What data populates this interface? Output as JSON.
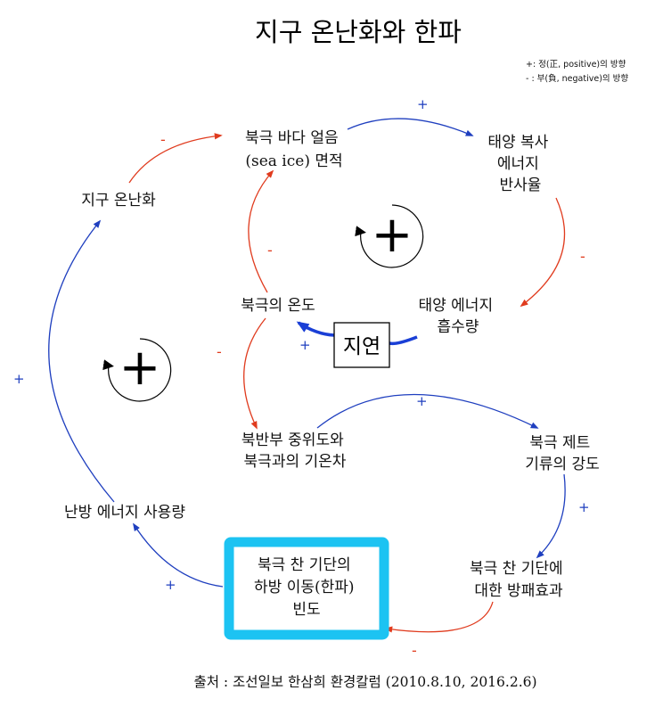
{
  "title": "지구 온난화와 한파",
  "legend": {
    "positive": "+:  정(正, positive)의 방향",
    "negative": "- : 부(負, negative)의 방향"
  },
  "nodes": {
    "sea_ice": [
      "북극 바다 얼음",
      "(sea ice) 면적"
    ],
    "solar_reflect": [
      "태양 복사",
      "에너지",
      "반사율"
    ],
    "global_warming": [
      "지구 온난화"
    ],
    "arctic_temp": [
      "북극의 온도"
    ],
    "solar_absorb": [
      "태양 에너지",
      "흡수량"
    ],
    "temp_diff": [
      "북반부 중위도와",
      "북극과의 기온차"
    ],
    "jet_stream": [
      "북극 제트",
      "기류의 강도"
    ],
    "heating": [
      "난방 에너지 사용량"
    ],
    "cold_wave": [
      "북극 찬 기단의",
      "하방 이동(한파)",
      "빈도"
    ],
    "shield": [
      "북극 찬 기단에",
      "대한 방패효과"
    ]
  },
  "delay_label": "지연",
  "loop_signs": {
    "inner": "+",
    "outer": "+"
  },
  "edge_signs": {
    "plus": "+",
    "minus": "-"
  },
  "source": "출처 : 조선일보 한삼희 환경칼럼 (2010.8.10, 2016.2.6)",
  "colors": {
    "positive": "#1f3fbf",
    "negative": "#e03b1e",
    "highlight": "#1cc3f2",
    "delay_arrow": "#1a3fd6"
  }
}
